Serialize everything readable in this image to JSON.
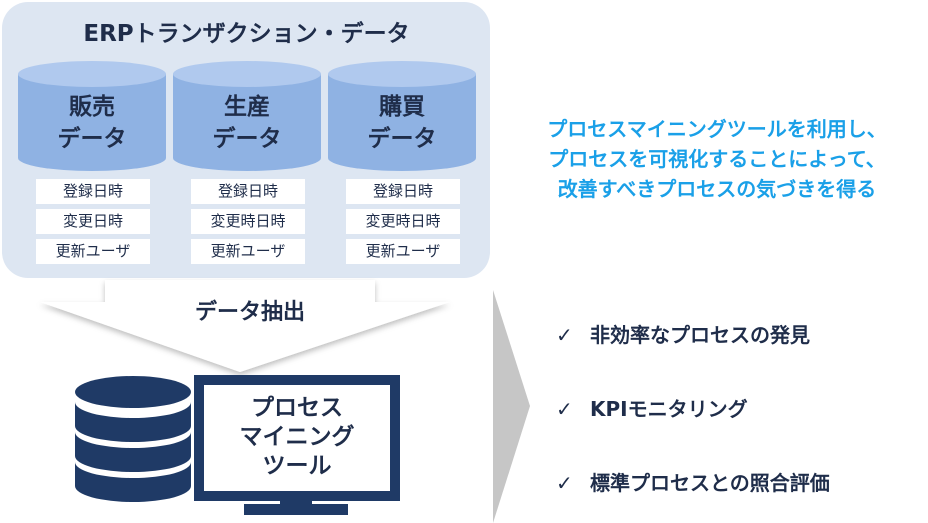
{
  "erp": {
    "title": "ERPトランザクション・データ",
    "tables": [
      {
        "name_line1": "販売",
        "name_line2": "データ",
        "fields": [
          "登録日時",
          "変更日時",
          "更新ユーザ"
        ]
      },
      {
        "name_line1": "生産",
        "name_line2": "データ",
        "fields": [
          "登録日時",
          "変更時日時",
          "更新ユーザ"
        ]
      },
      {
        "name_line1": "購買",
        "name_line2": "データ",
        "fields": [
          "登録日時",
          "変更時日時",
          "更新ユーザ"
        ]
      }
    ]
  },
  "extract_label": "データ抽出",
  "tool": {
    "line1": "プロセス",
    "line2": "マイニング",
    "line3": "ツール"
  },
  "message": {
    "line1": "プロセスマイニングツールを利用し、",
    "line2": "プロセスを可視化することによって、",
    "line3": "改善すべきプロセスの気づきを得る"
  },
  "bullets": [
    {
      "check": "✓",
      "text": "非効率なプロセスの発見"
    },
    {
      "check": "✓",
      "text": "KPIモニタリング"
    },
    {
      "check": "✓",
      "text": "標準プロセスとの照合評価"
    }
  ],
  "colors": {
    "erp_panel": "#dde6f2",
    "cylinder_body": "#8fb2e3",
    "cylinder_top": "#b0c9ee",
    "navy": "#1f2d4a",
    "accent_text": "#1aa0e8",
    "arrow_gray": "#c6c6c6",
    "icon_navy": "#1f3a66"
  }
}
